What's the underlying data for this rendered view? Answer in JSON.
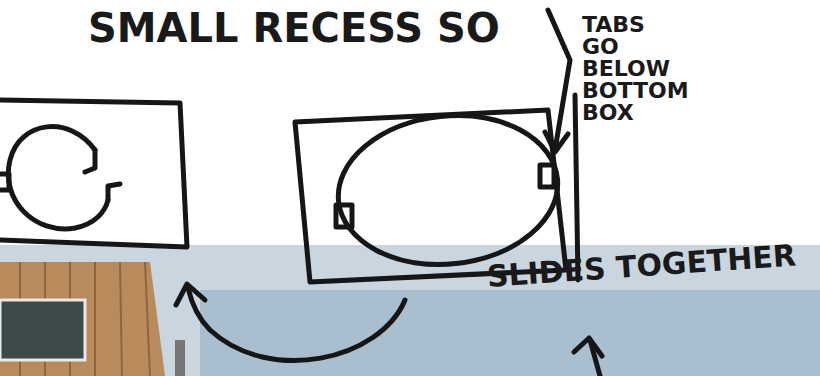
{
  "diagram": {
    "labels": [
      "SMALL RECESS SO",
      "TABS GO BELOW BOTTOM BOX",
      "SLIDES TOGETHER"
    ]
  }
}
